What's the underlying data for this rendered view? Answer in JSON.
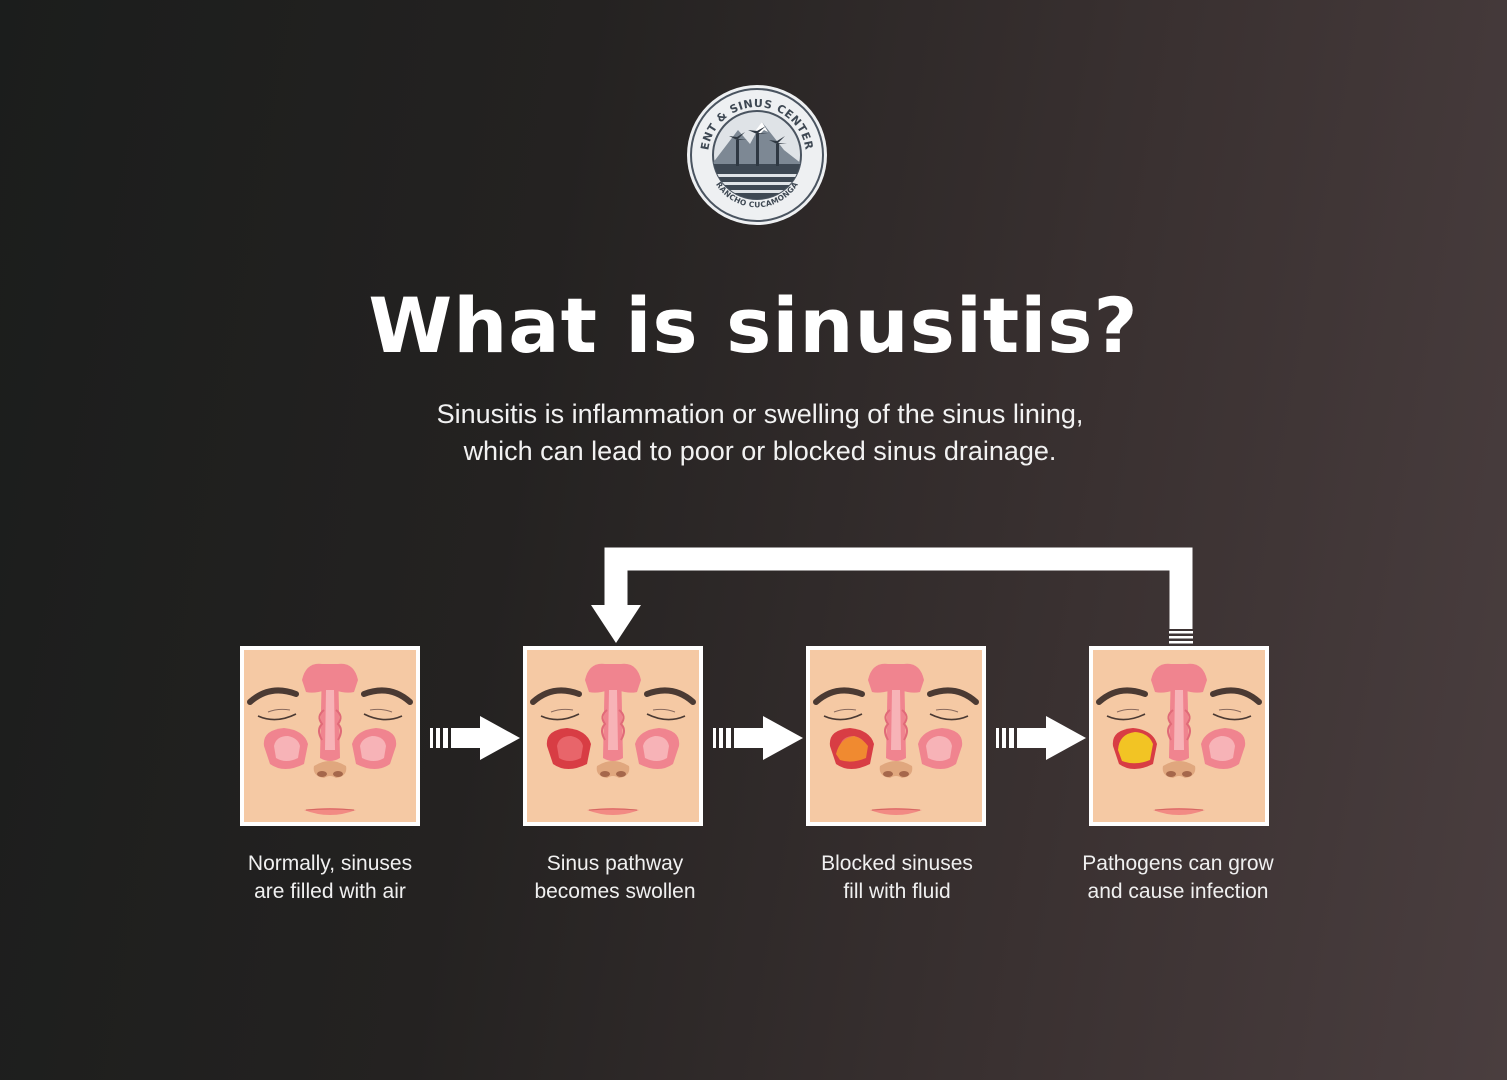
{
  "logo": {
    "arc_top_text": "ENT & SINUS CENTER",
    "arc_bottom_text": "RANCHO CUCAMONGA"
  },
  "title": "What is sinusitis?",
  "subtitle": {
    "line1": "Sinusitis is inflammation or swelling of the sinus lining,",
    "line2": "which can lead to poor or blocked sinus drainage."
  },
  "steps": [
    {
      "line1": "Normally, sinuses",
      "line2": "are filled with air",
      "sinus_state": "normal"
    },
    {
      "line1": "Sinus pathway",
      "line2": "becomes swollen",
      "sinus_state": "swollen"
    },
    {
      "line1": "Blocked sinuses",
      "line2": "fill with fluid",
      "sinus_state": "fluid"
    },
    {
      "line1": "Pathogens can grow",
      "line2": "and cause infection",
      "sinus_state": "infection"
    }
  ],
  "colors": {
    "skin": "#f5c9a4",
    "sinus_pink": "#f0848f",
    "sinus_light": "#f7b3b7",
    "swollen_red": "#d83d44",
    "fluid_orange": "#f08a30",
    "infection_yellow": "#f2c424",
    "arrow": "#ffffff"
  }
}
